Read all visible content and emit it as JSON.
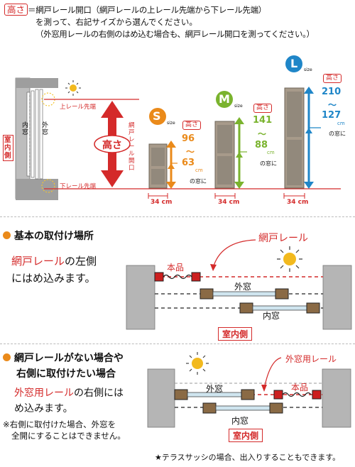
{
  "header": {
    "height_label": "高さ",
    "line1": "＝網戸レール開口（網戸レールの上レール先端から下レール先端）",
    "line2": "を測って、右記サイズから選んでください。",
    "line3": "（外窓用レールの右側のはめ込む場合も、網戸レール開口を測ってください。）"
  },
  "diagram": {
    "upper_rail": "上レール先端",
    "lower_rail": "下レール先端",
    "indoor_side": "室内側",
    "inner_window": "内窓",
    "outer_window": "外窓",
    "height_big": "高さ",
    "rail_opening": "網戸レール開口"
  },
  "sizes": [
    {
      "letter": "S",
      "size_word": "size",
      "height_tag": "高さ",
      "max": "96",
      "min": "63",
      "unit": "cm",
      "suffix": "の窓に",
      "width": "34",
      "width_unit": "cm"
    },
    {
      "letter": "M",
      "size_word": "size",
      "height_tag": "高さ",
      "max": "141",
      "min": "88",
      "unit": "cm",
      "suffix": "の窓に",
      "width": "34",
      "width_unit": "cm"
    },
    {
      "letter": "L",
      "size_word": "size",
      "height_tag": "高さ",
      "max": "210",
      "min": "127",
      "unit": "cm",
      "suffix": "の窓に",
      "width": "34",
      "width_unit": "cm"
    }
  ],
  "section1": {
    "title": "基本の取付け場所",
    "desc_red": "網戸レール",
    "desc_rest1": "の左側",
    "desc_line2": "にはめ込みます。",
    "rail_label": "網戸レール",
    "product_label": "本品",
    "outer_window": "外窓",
    "inner_window": "内窓",
    "indoor_side": "室内側"
  },
  "section2": {
    "title1": "網戸レールがない場合や",
    "title2": "右側に取付けたい場合",
    "desc_red": "外窓用レール",
    "desc_rest1": "の右側には",
    "desc_line2": "め込みます。",
    "note1": "※右側に取付けた場合、外窓を",
    "note2": "全開にすることはできません。",
    "rail_label": "外窓用レール",
    "product_label": "本品",
    "outer_window": "外窓",
    "inner_window": "内窓",
    "indoor_side": "室内側",
    "footer": "★テラスサッシの場合、出入りすることもできます。"
  },
  "colors": {
    "accent_red": "#d42a2a",
    "orange": "#ea8a1a",
    "green": "#7ab32e",
    "blue": "#1f86c8",
    "product_red": "#cc1f1f",
    "window_brown": "#8a6a45"
  }
}
